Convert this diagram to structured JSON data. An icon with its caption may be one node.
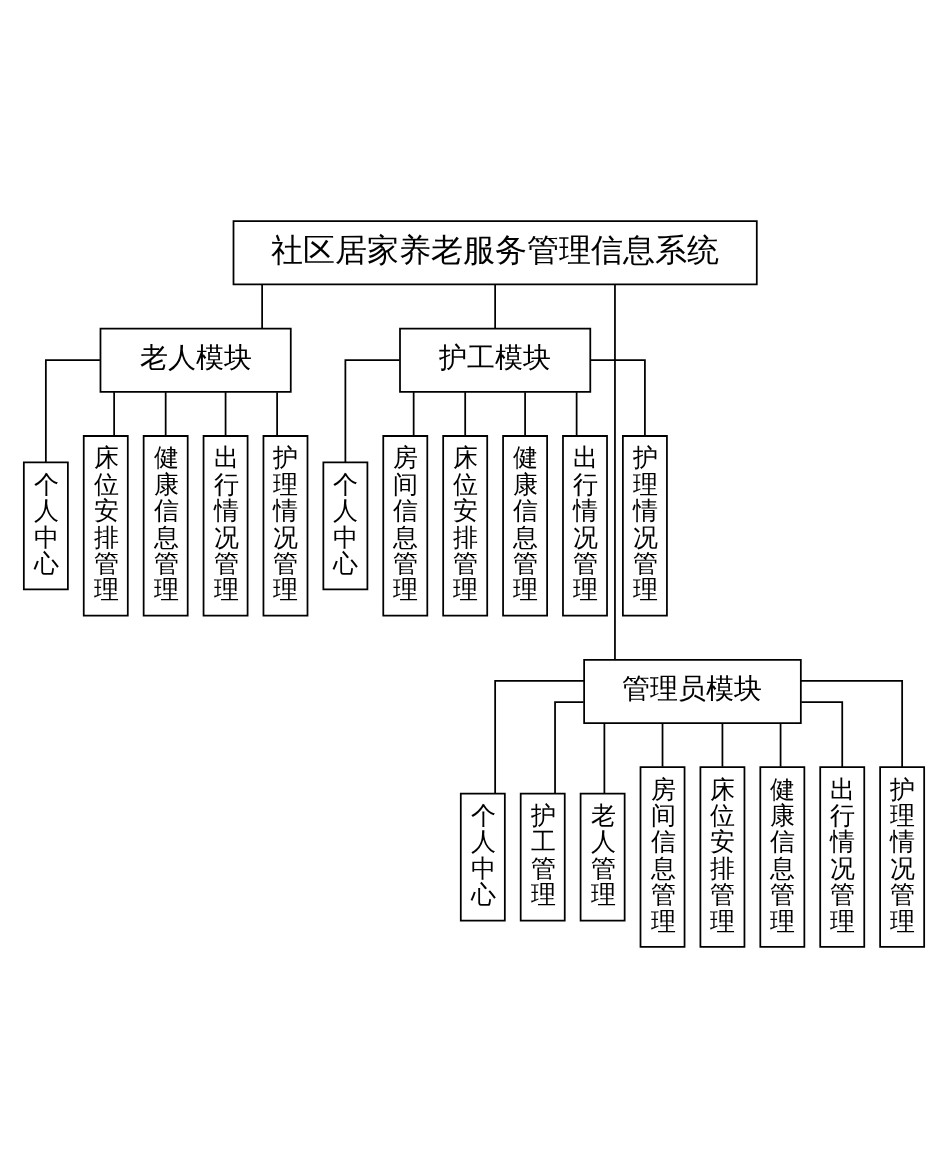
{
  "diagram": {
    "nodes": [
      {
        "text": [
          "社区居家养老服务管理信息系统"
        ]
      },
      {
        "text": [
          "老人模块"
        ]
      },
      {
        "text": [
          "个人中心"
        ]
      },
      {
        "text": [
          "床位安排管理"
        ]
      },
      {
        "text": [
          "健康信息管理"
        ]
      },
      {
        "text": [
          "出行情况管理"
        ]
      },
      {
        "text": [
          "护理情况管理"
        ]
      },
      {
        "text": [
          "护工模块"
        ]
      },
      {
        "text": [
          "个人中心"
        ]
      },
      {
        "text": [
          "房间信息管理"
        ]
      },
      {
        "text": [
          "床位安排管理"
        ]
      },
      {
        "text": [
          "健康信息管理"
        ]
      },
      {
        "text": [
          "出行情况管理"
        ]
      },
      {
        "text": [
          "护理情况管理"
        ]
      },
      {
        "text": [
          "管理员模块"
        ]
      },
      {
        "text": [
          "个人中心"
        ]
      },
      {
        "text": [
          "护工管理"
        ]
      },
      {
        "text": [
          "老人管理"
        ]
      },
      {
        "text": [
          "房间信息管理"
        ]
      },
      {
        "text": [
          "床位安排管理"
        ]
      },
      {
        "text": [
          "健康信息管理"
        ]
      },
      {
        "text": [
          "出行情况管理"
        ]
      },
      {
        "text": [
          "护理情况管理"
        ]
      }
    ],
    "edges": [
      {
        "from": 0,
        "to": 1,
        "arrow": "none"
      },
      {
        "from": 0,
        "to": 7,
        "arrow": "none"
      },
      {
        "from": 0,
        "to": 14,
        "arrow": "none"
      },
      {
        "from": 1,
        "to": 2,
        "arrow": "none"
      },
      {
        "from": 1,
        "to": 3,
        "arrow": "none"
      },
      {
        "from": 1,
        "to": 4,
        "arrow": "none"
      },
      {
        "from": 1,
        "to": 5,
        "arrow": "none"
      },
      {
        "from": 1,
        "to": 6,
        "arrow": "none"
      },
      {
        "from": 7,
        "to": 8,
        "arrow": "none"
      },
      {
        "from": 7,
        "to": 9,
        "arrow": "none"
      },
      {
        "from": 7,
        "to": 10,
        "arrow": "none"
      },
      {
        "from": 7,
        "to": 11,
        "arrow": "none"
      },
      {
        "from": 7,
        "to": 12,
        "arrow": "none"
      },
      {
        "from": 7,
        "to": 13,
        "arrow": "none"
      },
      {
        "from": 14,
        "to": 15,
        "arrow": "none"
      },
      {
        "from": 14,
        "to": 16,
        "arrow": "none"
      },
      {
        "from": 14,
        "to": 17,
        "arrow": "none"
      },
      {
        "from": 14,
        "to": 18,
        "arrow": "none"
      },
      {
        "from": 14,
        "to": 19,
        "arrow": "none"
      },
      {
        "from": 14,
        "to": 20,
        "arrow": "none"
      },
      {
        "from": 14,
        "to": 21,
        "arrow": "none"
      },
      {
        "from": 14,
        "to": 22,
        "arrow": "none"
      }
    ]
  }
}
